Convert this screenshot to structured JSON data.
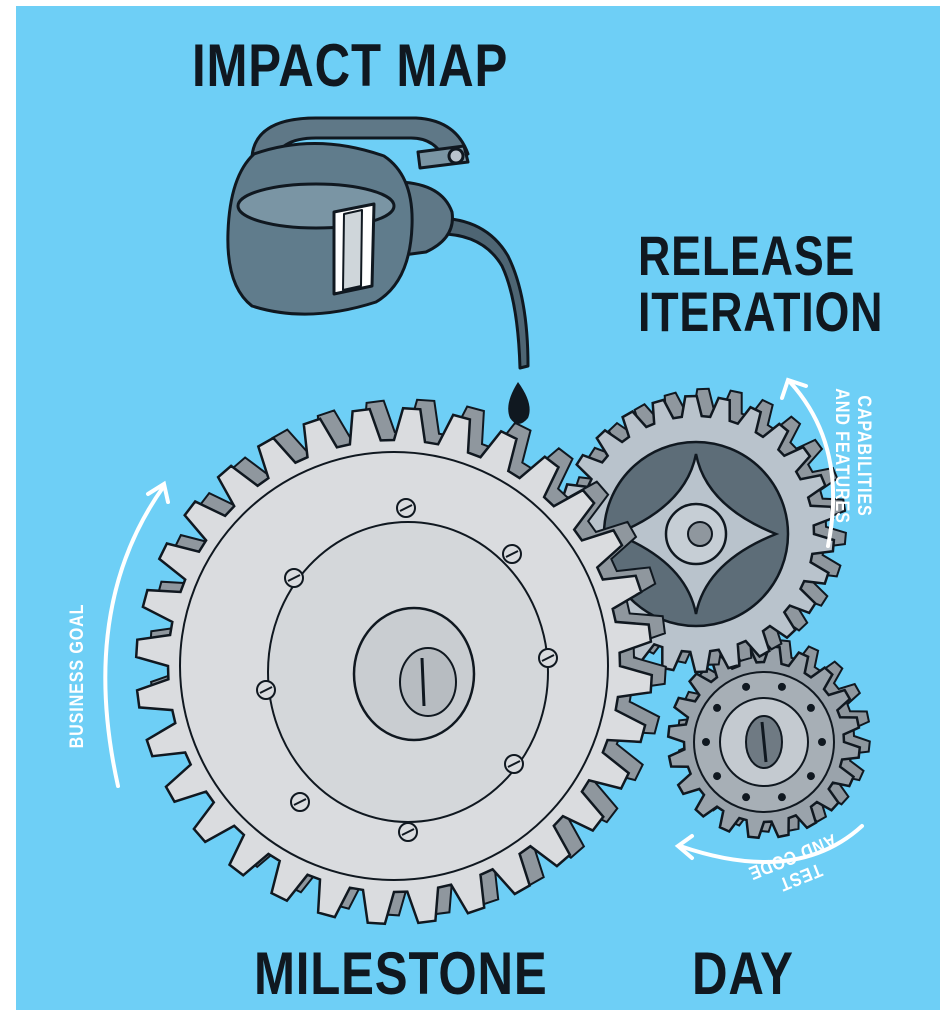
{
  "titles": {
    "impact_map": "IMPACT MAP",
    "release_line1": "RELEASE",
    "release_line2": "ITERATION",
    "milestone": "MILESTONE",
    "day": "DAY"
  },
  "annotations": {
    "business_goal": "BUSINESS GOAL",
    "capabilities_line1": "CAPABILITIES",
    "capabilities_line2": "AND FEATURES",
    "test_line1": "TEST",
    "test_line2": "AND CODE"
  },
  "colors": {
    "background": "#6ecff6",
    "gear_light": "#dadcdf",
    "gear_mid": "#b9c3cc",
    "gear_dark": "#8f979e",
    "oil_can": "#5f7887",
    "ink": "#101820"
  },
  "icons": [
    "oil-can-icon",
    "oil-drop-icon",
    "large-gear-icon",
    "medium-gear-icon",
    "small-gear-icon",
    "curved-arrow-icon"
  ]
}
